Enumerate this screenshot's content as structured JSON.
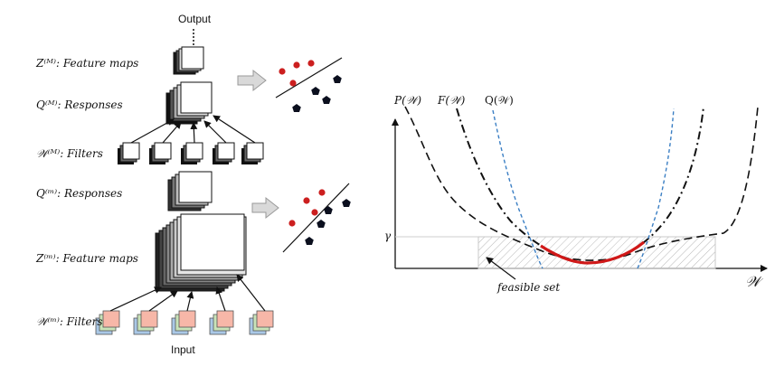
{
  "left_panel": {
    "output_label": "Output",
    "input_label": "Input",
    "z_top_label": "Z⁽ᴹ⁾: Feature maps",
    "q_top_label": "Q⁽ᴹ⁾: Responses",
    "w_top_label": "𝒲⁽ᴹ⁾: Filters",
    "q_bottom_label": "Q⁽ᵐ⁾: Responses",
    "z_bottom_label": "Z⁽ᵐ⁾: Feature maps",
    "w_bottom_label": "𝒲⁽ᵐ⁾: Filters"
  },
  "right_panel": {
    "curve_p_label": "P(𝒲)",
    "curve_f_label": "F(𝒲)",
    "curve_q_label": "Q(𝒲)",
    "gamma_label": "γ",
    "feasible_label": "feasible set",
    "x_axis_label": "𝒲"
  },
  "colors": {
    "red_dot": "#cc1f1f",
    "black_pentagon": "#0b0f1e",
    "q_curve": "#3b7fc4",
    "optimal_arc": "#d01818",
    "filter_pink": "#f7b7a8",
    "filter_green": "#c9e3b9",
    "filter_blue": "#aac8e6"
  }
}
